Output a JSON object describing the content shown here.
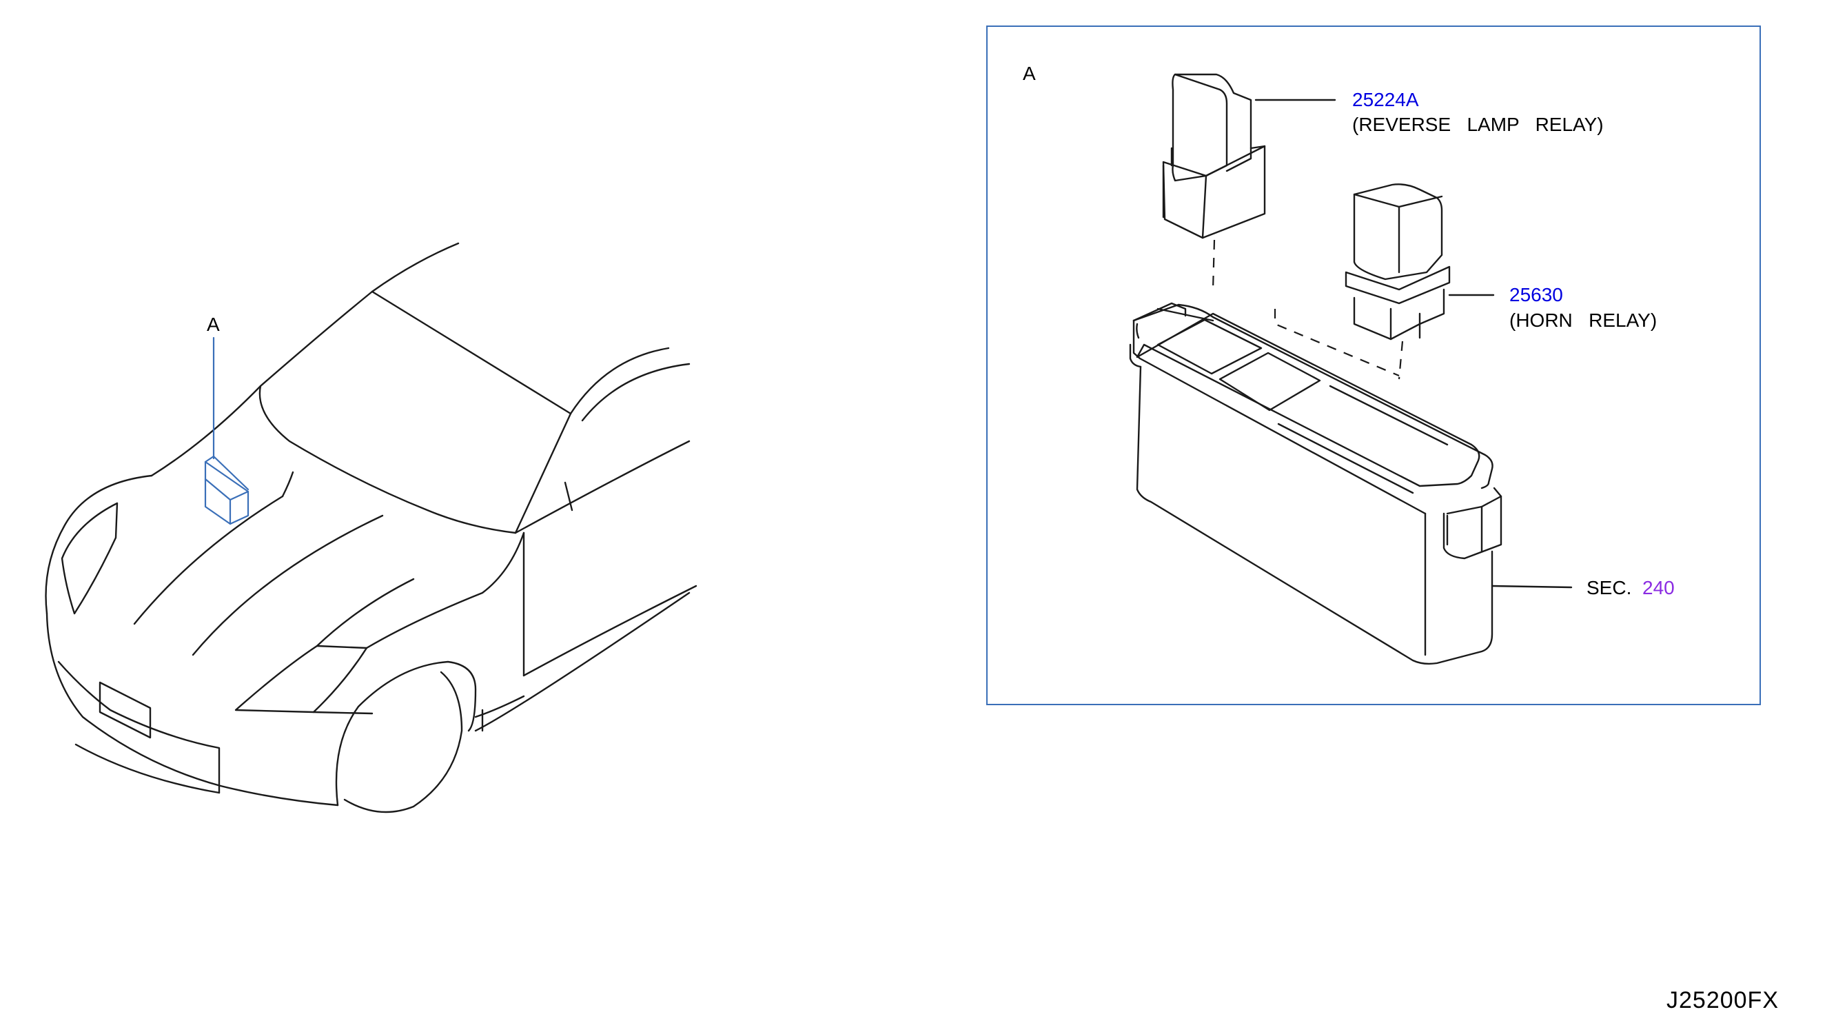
{
  "colors": {
    "line": "#1a1a1a",
    "part_number": "#0000e0",
    "section_ref": "#8a2be2",
    "detail_frame": "#3a6fb8",
    "location_marker": "#3a6fb8"
  },
  "overview": {
    "location_label": "A"
  },
  "detail": {
    "view_label": "A",
    "parts": [
      {
        "number": "25224A",
        "name": "(REVERSE   LAMP   RELAY)"
      },
      {
        "number": "25630",
        "name": "(HORN   RELAY)"
      }
    ],
    "section_ref": {
      "prefix": "SEC.",
      "number": "240"
    }
  },
  "diagram_code": "J25200FX"
}
